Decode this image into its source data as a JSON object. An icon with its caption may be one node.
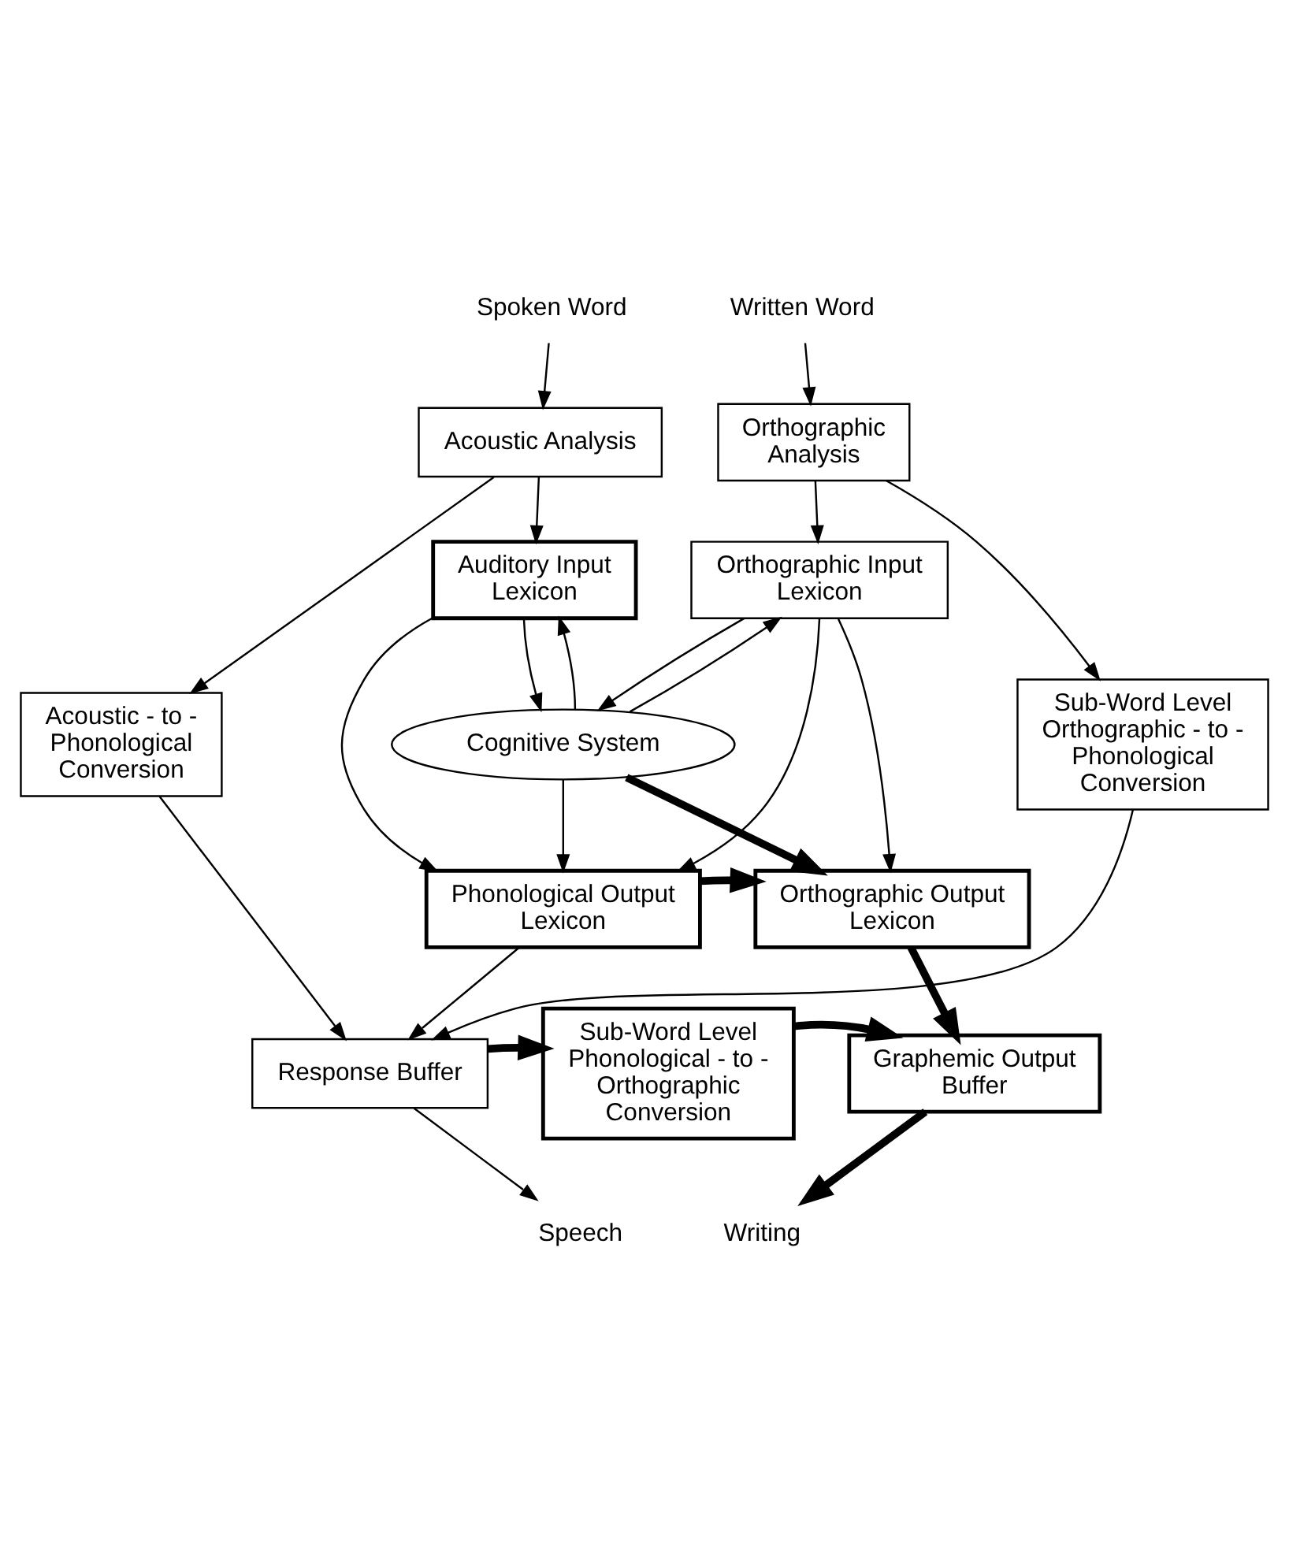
{
  "diagram": {
    "nodes": [
      {
        "text": [
          "Spoken Word"
        ]
      },
      {
        "text": [
          "Written Word"
        ]
      },
      {
        "text": [
          "Acoustic Analysis"
        ]
      },
      {
        "text": [
          "Orthographic Analysis"
        ]
      },
      {
        "text": [
          "Auditory Input Lexicon"
        ]
      },
      {
        "text": [
          "Orthographic Input Lexicon"
        ]
      },
      {
        "text": [
          "Acoustic - to - Phonological Conversion"
        ]
      },
      {
        "text": [
          "Cognitive System"
        ]
      },
      {
        "text": [
          "Sub-Word Level Orthographic - to - Phonological Conversion"
        ]
      },
      {
        "text": [
          "Phonological Output Lexicon"
        ]
      },
      {
        "text": [
          "Orthographic Output Lexicon"
        ]
      },
      {
        "text": [
          "Response Buffer"
        ]
      },
      {
        "text": [
          "Sub-Word Level Phonological - to - Orthographic Conversion"
        ]
      },
      {
        "text": [
          "Graphemic Output Buffer"
        ]
      },
      {
        "text": [
          "Speech"
        ]
      },
      {
        "text": [
          "Writing"
        ]
      }
    ],
    "edges": [
      {
        "from": 0,
        "to": 2,
        "arrow": "to"
      },
      {
        "from": 1,
        "to": 3,
        "arrow": "to"
      },
      {
        "from": 2,
        "to": 4,
        "arrow": "to"
      },
      {
        "from": 2,
        "to": 6,
        "arrow": "to"
      },
      {
        "from": 3,
        "to": 5,
        "arrow": "to"
      },
      {
        "from": 3,
        "to": 8,
        "arrow": "to"
      },
      {
        "from": 4,
        "to": 7,
        "arrow": "to"
      },
      {
        "from": 7,
        "to": 4,
        "arrow": "to"
      },
      {
        "from": 5,
        "to": 7,
        "arrow": "to"
      },
      {
        "from": 7,
        "to": 5,
        "arrow": "to"
      },
      {
        "from": 4,
        "to": 9,
        "arrow": "to"
      },
      {
        "from": 7,
        "to": 9,
        "arrow": "to"
      },
      {
        "from": 5,
        "to": 9,
        "arrow": "to"
      },
      {
        "from": 5,
        "to": 10,
        "arrow": "to"
      },
      {
        "from": 7,
        "to": 10,
        "arrow": "to",
        "style": "thick"
      },
      {
        "from": 6,
        "to": 11,
        "arrow": "to"
      },
      {
        "from": 9,
        "to": 10,
        "arrow": "to",
        "style": "thick"
      },
      {
        "from": 9,
        "to": 11,
        "arrow": "to"
      },
      {
        "from": 8,
        "to": 11,
        "arrow": "to"
      },
      {
        "from": 10,
        "to": 13,
        "arrow": "to",
        "style": "thick"
      },
      {
        "from": 11,
        "to": 12,
        "arrow": "to",
        "style": "thick"
      },
      {
        "from": 12,
        "to": 13,
        "arrow": "to",
        "style": "thick"
      },
      {
        "from": 11,
        "to": 14,
        "arrow": "to"
      },
      {
        "from": 13,
        "to": 15,
        "arrow": "to",
        "style": "thick"
      }
    ]
  }
}
